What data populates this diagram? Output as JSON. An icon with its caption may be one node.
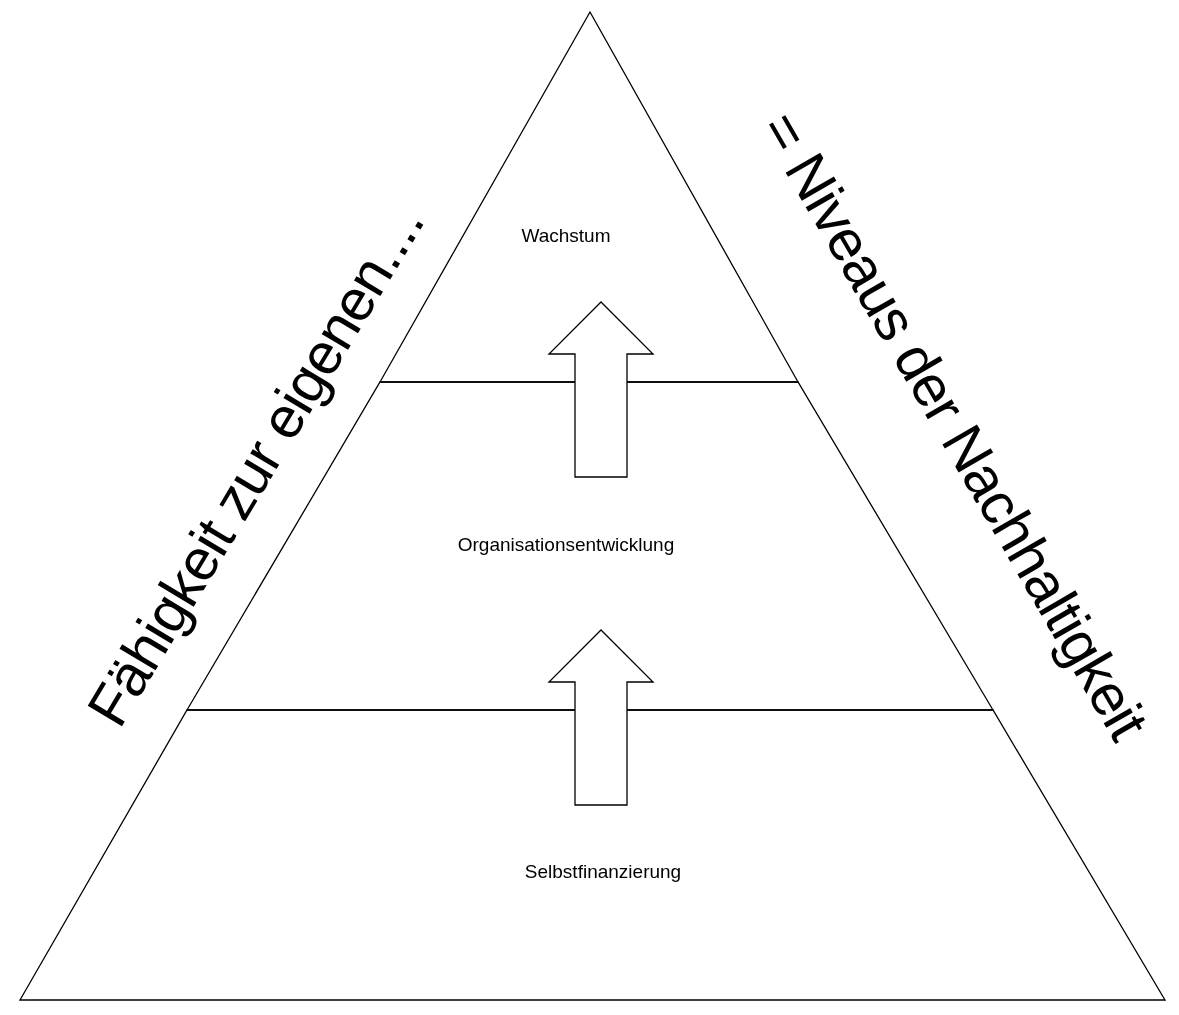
{
  "diagram": {
    "nodes": [
      {
        "text": [
          "Wachstum"
        ]
      },
      {
        "text": [
          "Organisationsentwicklung"
        ]
      },
      {
        "text": [
          "Selbstfinanzierung"
        ]
      }
    ],
    "edges": [
      {
        "from": 2,
        "to": 1,
        "arrow": "to"
      },
      {
        "from": 1,
        "to": 0,
        "arrow": "to"
      }
    ],
    "labels": [
      "Fähigkeit zur eigenen....",
      "= Niveaus der Nachhaltigkeit"
    ]
  }
}
